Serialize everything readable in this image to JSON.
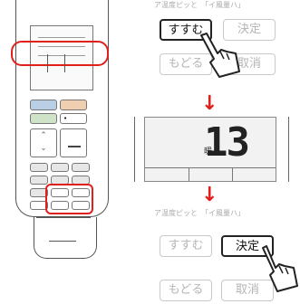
{
  "panels": {
    "top": {
      "header_text": "ア温度ピッと　「イ風量ハ」",
      "buttons": [
        "すすむ",
        "決定",
        "もどる",
        "取消"
      ],
      "active": "すすむ"
    },
    "middle": {
      "display_value": "13",
      "display_small_label": "暖"
    },
    "bottom": {
      "header_text": "ア温度ピッと　「イ風量ハ」",
      "buttons": [
        "すすむ",
        "決定",
        "もどる",
        "取消"
      ],
      "active": "決定"
    }
  },
  "colors": {
    "highlight": "#e0201b",
    "arrow": "#e0201b"
  },
  "icons": [
    "hand-pointer-icon",
    "down-arrow-icon"
  ]
}
